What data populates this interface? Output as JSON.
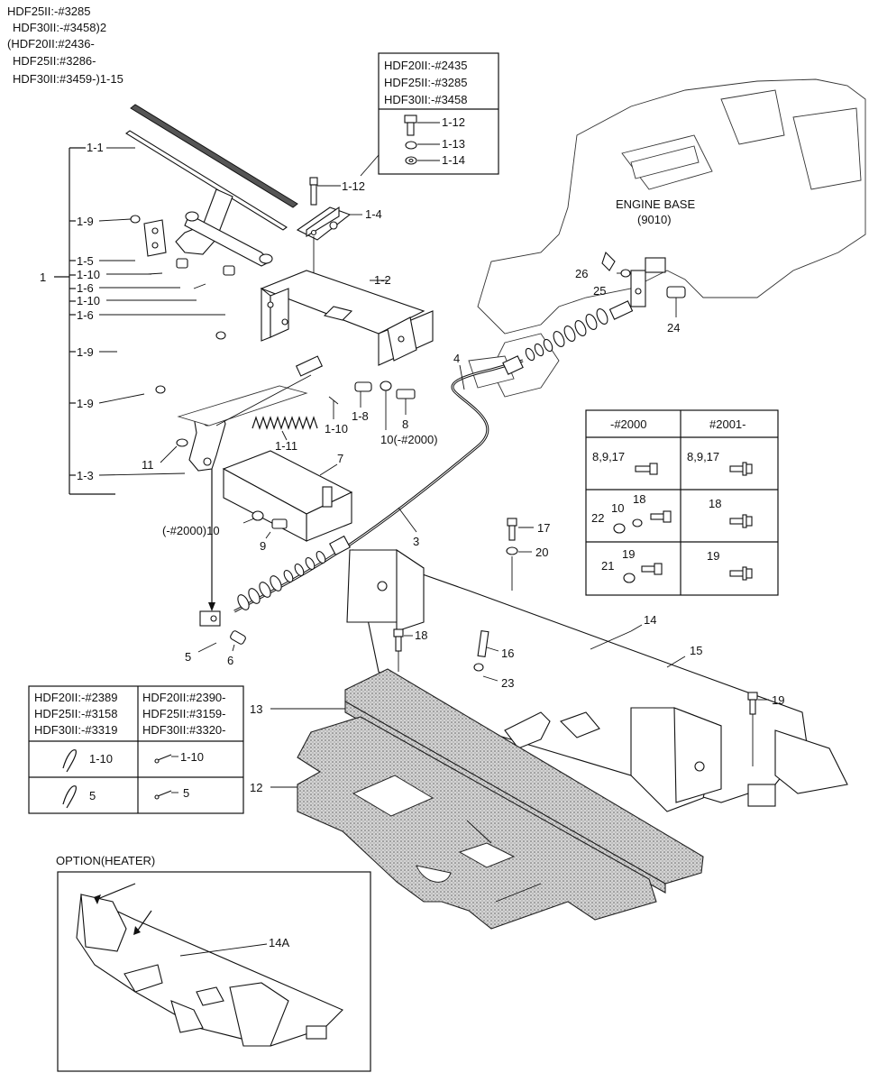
{
  "header": {
    "lines": [
      "HDF25II:-#3285",
      "HDF30II:-#3458)2",
      "(HDF20II:#2436-",
      "HDF25II:#3286-",
      "HDF30II:#3459-)1-15"
    ]
  },
  "serial_box_top": {
    "headers": [
      "HDF20II:-#2435",
      "HDF25II:-#3285",
      "HDF30II:-#3458"
    ],
    "parts": [
      "1-12",
      "1-13",
      "1-14"
    ]
  },
  "engine_base": {
    "title": "ENGINE BASE",
    "code": "(9010)"
  },
  "fastener_table": {
    "col_headers": [
      "-#2000",
      "#2001-"
    ],
    "rows": [
      {
        "left_labels": [
          "8,9,17"
        ],
        "right_labels": [
          "8,9,17"
        ]
      },
      {
        "left_labels": [
          "18",
          "22",
          "10"
        ],
        "right_labels": [
          "18"
        ]
      },
      {
        "left_labels": [
          "19",
          "21"
        ],
        "right_labels": [
          "19"
        ]
      }
    ]
  },
  "pin_table": {
    "col_left": [
      "HDF20II:-#2389",
      "HDF25II:-#3158",
      "HDF30II:-#3319"
    ],
    "col_right": [
      "HDF20II:#2390-",
      "HDF25II:#3159-",
      "HDF30II:#3320-"
    ],
    "row1": {
      "left": "1-10",
      "right": "1-10"
    },
    "row2": {
      "left": "5",
      "right": "5"
    }
  },
  "option": {
    "title": "OPTION(HEATER)",
    "label": "14A"
  },
  "tree": {
    "root": "1",
    "items": [
      "1-1",
      "1-9",
      "1-5",
      "1-10",
      "1-6",
      "1-10",
      "1-6",
      "1-9",
      "1-9",
      "1-3"
    ]
  },
  "callouts": {
    "c1_12": "1-12",
    "c1_4": "1-4",
    "c1_2": "1-2",
    "c1_11": "1-11",
    "c1_10": "1-10",
    "c1_8": "1-8",
    "c8": "8",
    "c10_2000": "10(-#2000)",
    "c7": "7",
    "c11": "11",
    "c2000_10": "(-#2000)10",
    "c9": "9",
    "c3": "3",
    "c4": "4",
    "c5": "5",
    "c6": "6",
    "c24": "24",
    "c25": "25",
    "c26": "26",
    "c17": "17",
    "c20": "20",
    "c14": "14",
    "c15": "15",
    "c18": "18",
    "c16": "16",
    "c23": "23",
    "c13": "13",
    "c12": "12",
    "c19": "19"
  }
}
